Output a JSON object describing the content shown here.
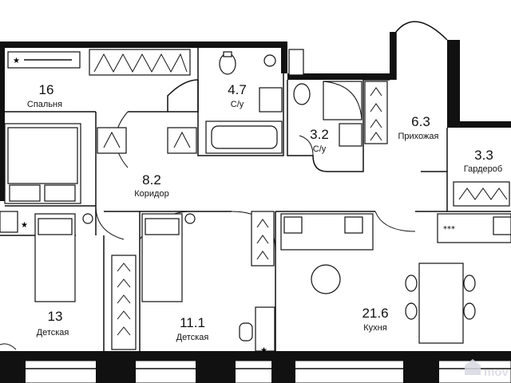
{
  "rooms": [
    {
      "key": "bedroom",
      "area": "16",
      "name": "Спальня"
    },
    {
      "key": "bath1",
      "area": "4.7",
      "name": "С/у"
    },
    {
      "key": "bath2",
      "area": "3.2",
      "name": "С/у"
    },
    {
      "key": "hall",
      "area": "6.3",
      "name": "Прихожая"
    },
    {
      "key": "wardrobe",
      "area": "3.3",
      "name": "Гардероб"
    },
    {
      "key": "corridor",
      "area": "8.2",
      "name": "Коридор"
    },
    {
      "key": "kids1",
      "area": "13",
      "name": "Детская"
    },
    {
      "key": "kids2",
      "area": "11.1",
      "name": "Детская"
    },
    {
      "key": "kitchen",
      "area": "21.6",
      "name": "Кухня"
    }
  ],
  "logo": {
    "text": "mov",
    "icon": "house-pin-icon"
  },
  "colors": {
    "walls": "#111111",
    "background": "#ffffff",
    "logo": "#d9d9e3"
  }
}
